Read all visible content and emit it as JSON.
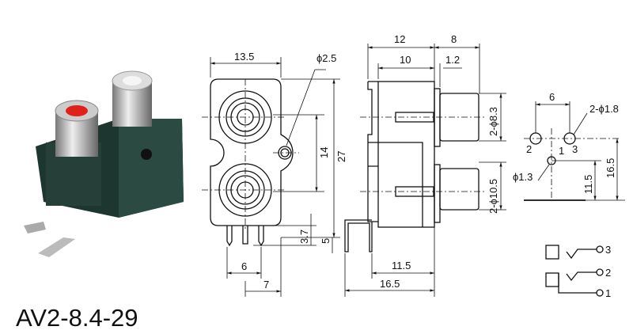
{
  "model": "AV2-8.4-29",
  "front_view": {
    "width": "13.5",
    "hole": "ϕ2.5",
    "height": "27",
    "pitch": "14",
    "pin_len": "3.7",
    "bottom": "5",
    "pin_pitch": "6",
    "offset": "7"
  },
  "side_view": {
    "body": "12",
    "jack": "8",
    "inner": "10",
    "flange": "1.2",
    "dia_top": "2-ϕ8.3",
    "dia_bottom": "2-ϕ10.5",
    "depth": "11.5",
    "total": "16.5"
  },
  "pcb_layout": {
    "spacing": "6",
    "holes": "2-ϕ1.8",
    "pin1_hole": "ϕ1.3",
    "h1": "11.5",
    "h2": "16.5",
    "pins": [
      "1",
      "2",
      "3"
    ]
  },
  "schematic": {
    "pins": [
      "3",
      "2",
      "1"
    ]
  }
}
